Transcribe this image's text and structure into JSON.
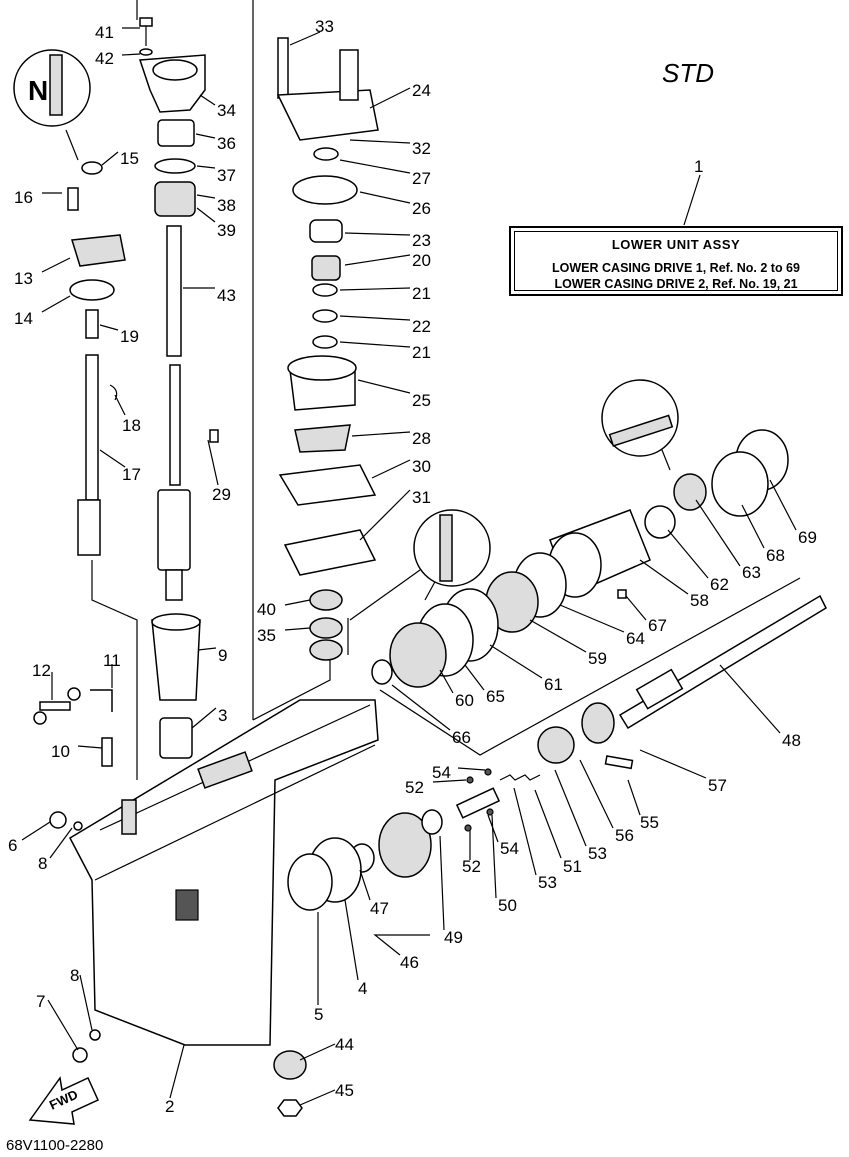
{
  "header": {
    "std_label": "STD"
  },
  "assembly": {
    "ref": "1",
    "title": "LOWER UNIT ASSY",
    "line1": "LOWER CASING DRIVE 1, Ref. No. 2 to 69",
    "line2": "LOWER CASING DRIVE 2, Ref. No. 19, 21"
  },
  "footer": {
    "diagram_code": "68V1100-2280"
  },
  "fwd_label": "FWD",
  "callouts": [
    "41",
    "42",
    "33",
    "24",
    "34",
    "32",
    "36",
    "27",
    "15",
    "37",
    "16",
    "38",
    "26",
    "39",
    "23",
    "20",
    "13",
    "43",
    "21",
    "14",
    "19",
    "22",
    "21",
    "18",
    "25",
    "28",
    "17",
    "29",
    "30",
    "31",
    "69",
    "62",
    "68",
    "63",
    "58",
    "67",
    "40",
    "35",
    "64",
    "9",
    "59",
    "61",
    "12",
    "11",
    "65",
    "3",
    "60",
    "66",
    "48",
    "10",
    "54",
    "52",
    "57",
    "55",
    "56",
    "53",
    "6",
    "8",
    "54",
    "51",
    "52",
    "53",
    "47",
    "50",
    "49",
    "46",
    "4",
    "8",
    "5",
    "7",
    "44",
    "2",
    "45"
  ]
}
